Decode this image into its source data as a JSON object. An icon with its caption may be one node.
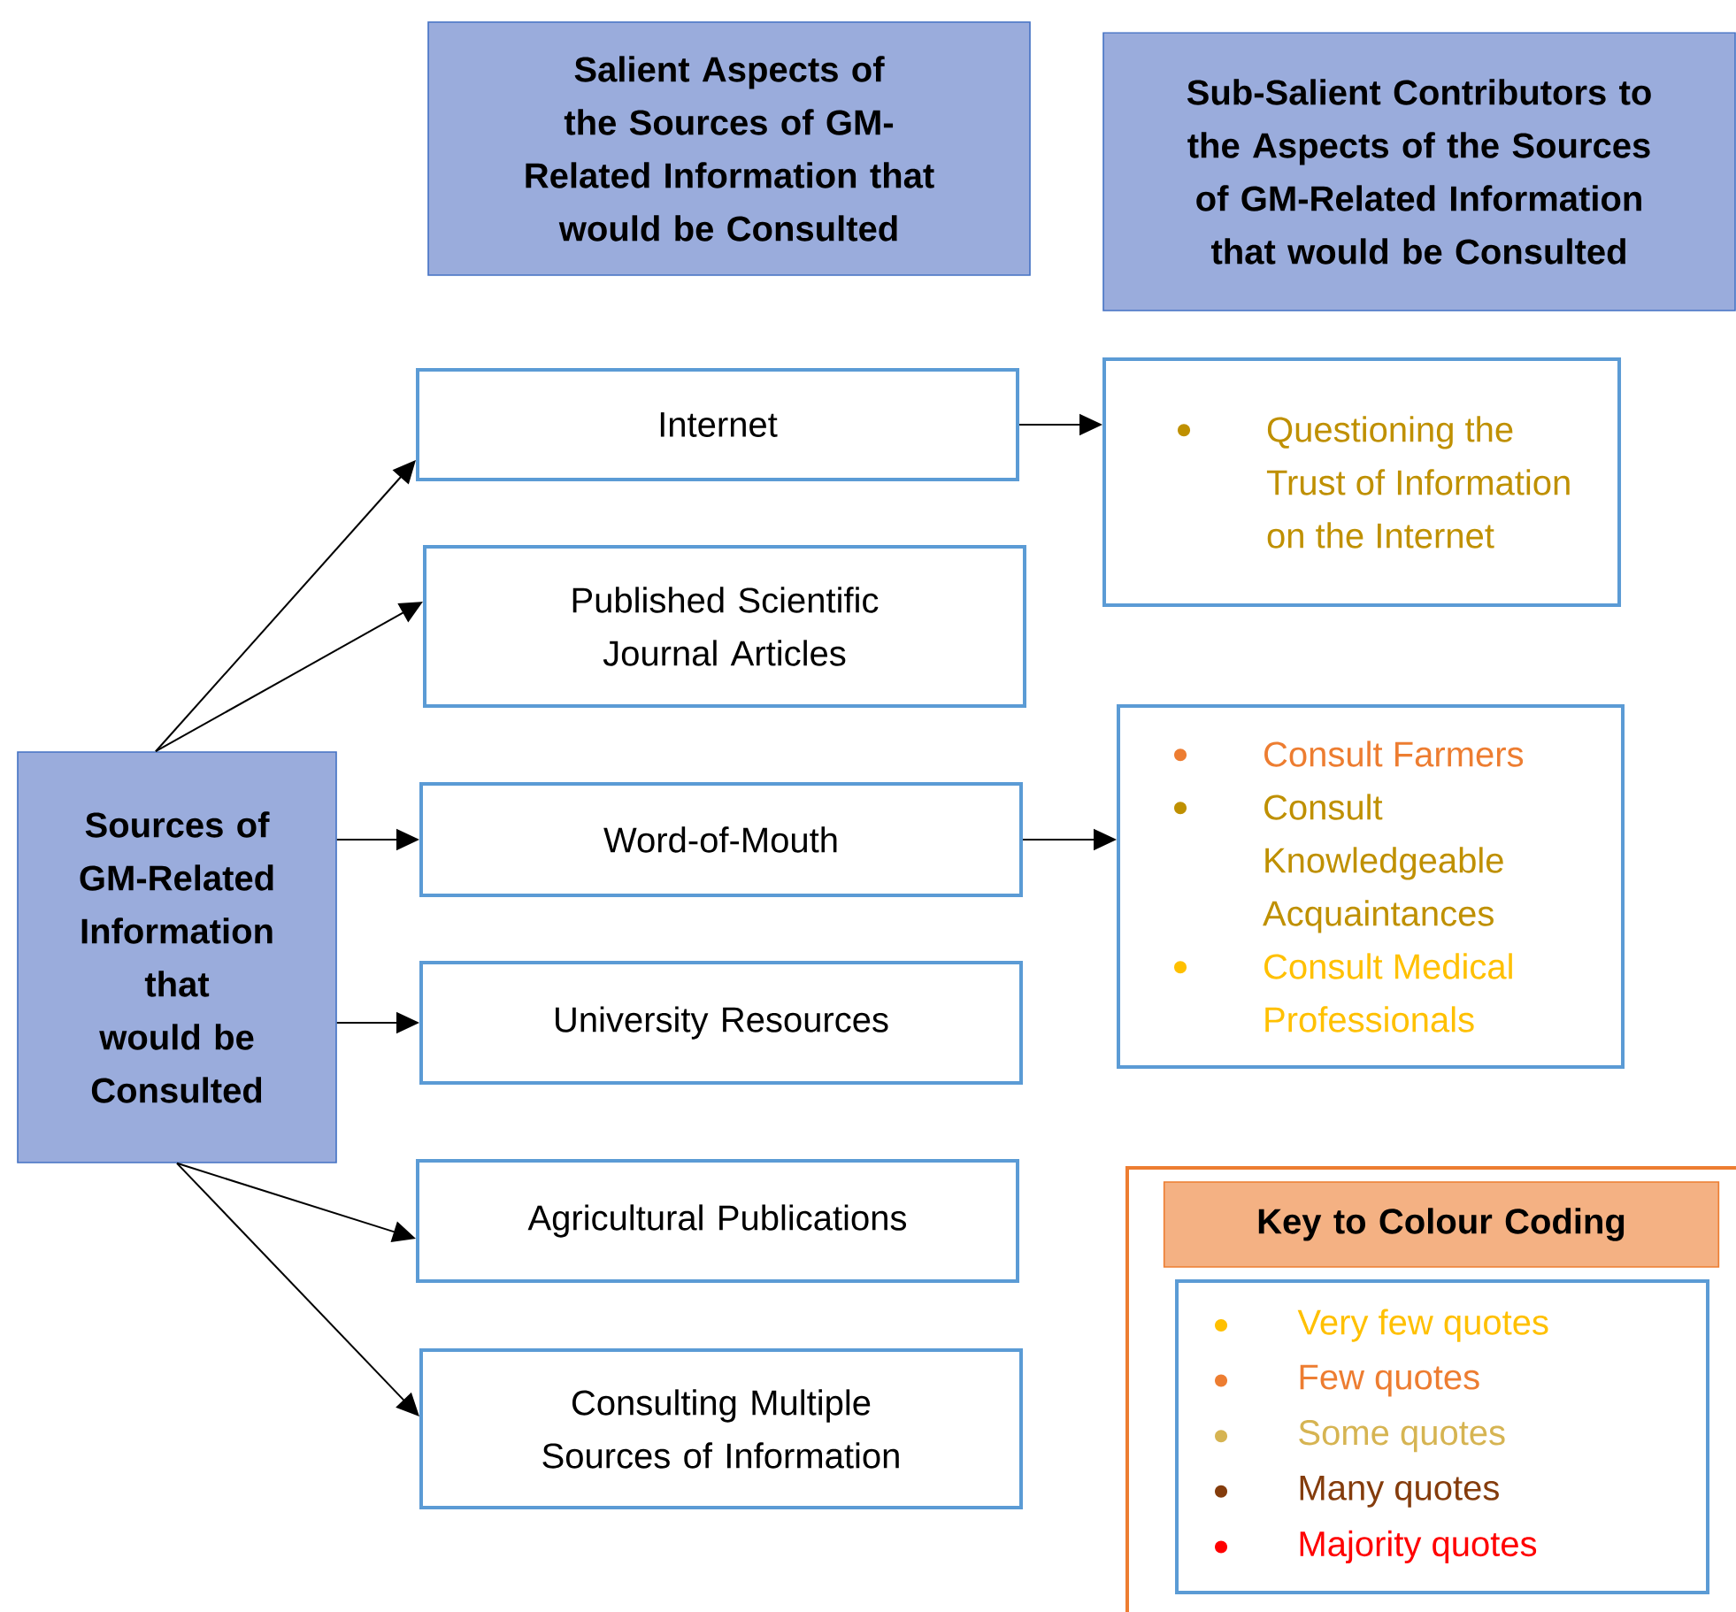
{
  "diagram": {
    "nodes": [
      {
        "text": [
          "Salient Aspects of the Sources of GM-Related Information that would be Consulted"
        ]
      },
      {
        "text": [
          "Sub-Salient Contributors to the Aspects of the Sources of GM-Related Information that would be Consulted"
        ]
      },
      {
        "text": [
          "Sources of GM-Related Information that would be Consulted"
        ]
      },
      {
        "text": [
          "Internet"
        ]
      },
      {
        "text": [
          "Published Scientific Journal Articles"
        ]
      },
      {
        "text": [
          "Word-of-Mouth"
        ]
      },
      {
        "text": [
          "University Resources"
        ]
      },
      {
        "text": [
          "Agricultural Publications"
        ]
      },
      {
        "text": [
          "Consulting Multiple Sources of Information"
        ]
      },
      {
        "text": [
          "Questioning the Trust of Information on the Internet"
        ]
      },
      {
        "text": [
          "Consult Farmers",
          "Consult Knowledgeable Acquaintances",
          "Consult Medical Professionals"
        ]
      },
      {
        "text": [
          "Key to Colour Coding"
        ]
      }
    ],
    "edges": [
      {
        "from": 2,
        "to": 3,
        "arrow": "to"
      },
      {
        "from": 2,
        "to": 4,
        "arrow": "to"
      },
      {
        "from": 2,
        "to": 5,
        "arrow": "to"
      },
      {
        "from": 2,
        "to": 6,
        "arrow": "to"
      },
      {
        "from": 2,
        "to": 7,
        "arrow": "to"
      },
      {
        "from": 2,
        "to": 8,
        "arrow": "to"
      },
      {
        "from": 3,
        "to": 9,
        "arrow": "to"
      },
      {
        "from": 5,
        "to": 10,
        "arrow": "to"
      }
    ],
    "legend": [
      {
        "text": "Very few quotes",
        "color": "#ffc000"
      },
      {
        "text": "Few quotes",
        "color": "#ed7d31"
      },
      {
        "text": "Some quotes",
        "color": "#d6b452"
      },
      {
        "text": "Many quotes",
        "color": "#843c0c"
      },
      {
        "text": "Majority quotes",
        "color": "#ff0000"
      }
    ]
  }
}
